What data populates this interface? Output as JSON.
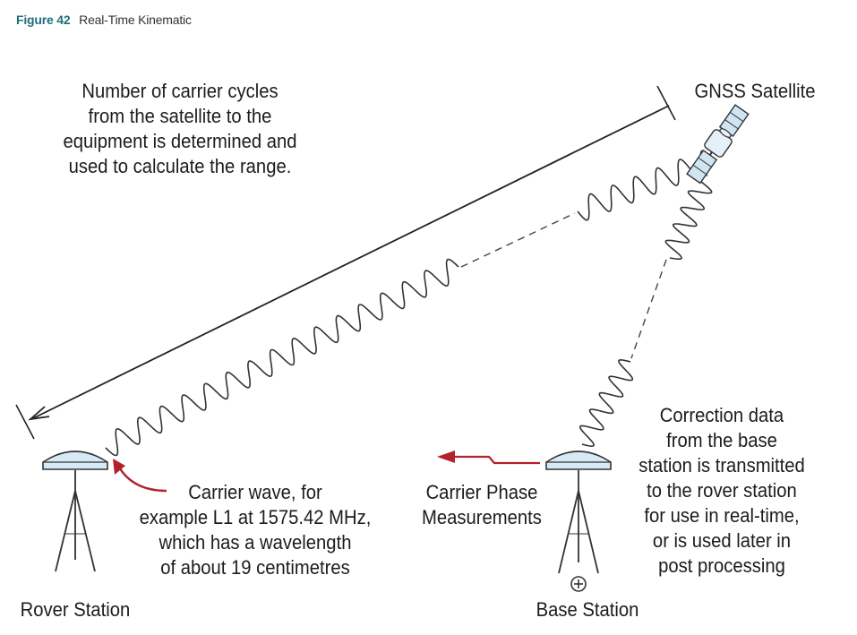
{
  "figure": {
    "number": "Figure 42",
    "title": "Real-Time Kinematic"
  },
  "labels": {
    "range_note": [
      "Number of carrier cycles",
      "from the satellite to the",
      "equipment is determined and",
      "used to calculate the range."
    ],
    "satellite": "GNSS Satellite",
    "carrier_wave": [
      "Carrier wave, for",
      "example L1 at 1575.42 MHz,",
      "which has a wavelength",
      "of about 19 centimetres"
    ],
    "phase": [
      "Carrier Phase",
      "Measurements"
    ],
    "correction": [
      "Correction data",
      "from the base",
      "station is transmitted",
      "to the rover station",
      "for use in real-time,",
      "or is used later in",
      "post processing"
    ],
    "rover": "Rover Station",
    "base": "Base Station"
  },
  "colors": {
    "arrow_red": "#b3212b",
    "antenna_fill": "#d6eaf5",
    "satellite_fill": "#cfe6f2",
    "line": "#333333"
  },
  "icons": [
    "gnss-satellite-icon",
    "rover-antenna-icon",
    "base-antenna-icon",
    "rover-tripod-icon",
    "base-tripod-icon",
    "datum-marker-icon"
  ]
}
